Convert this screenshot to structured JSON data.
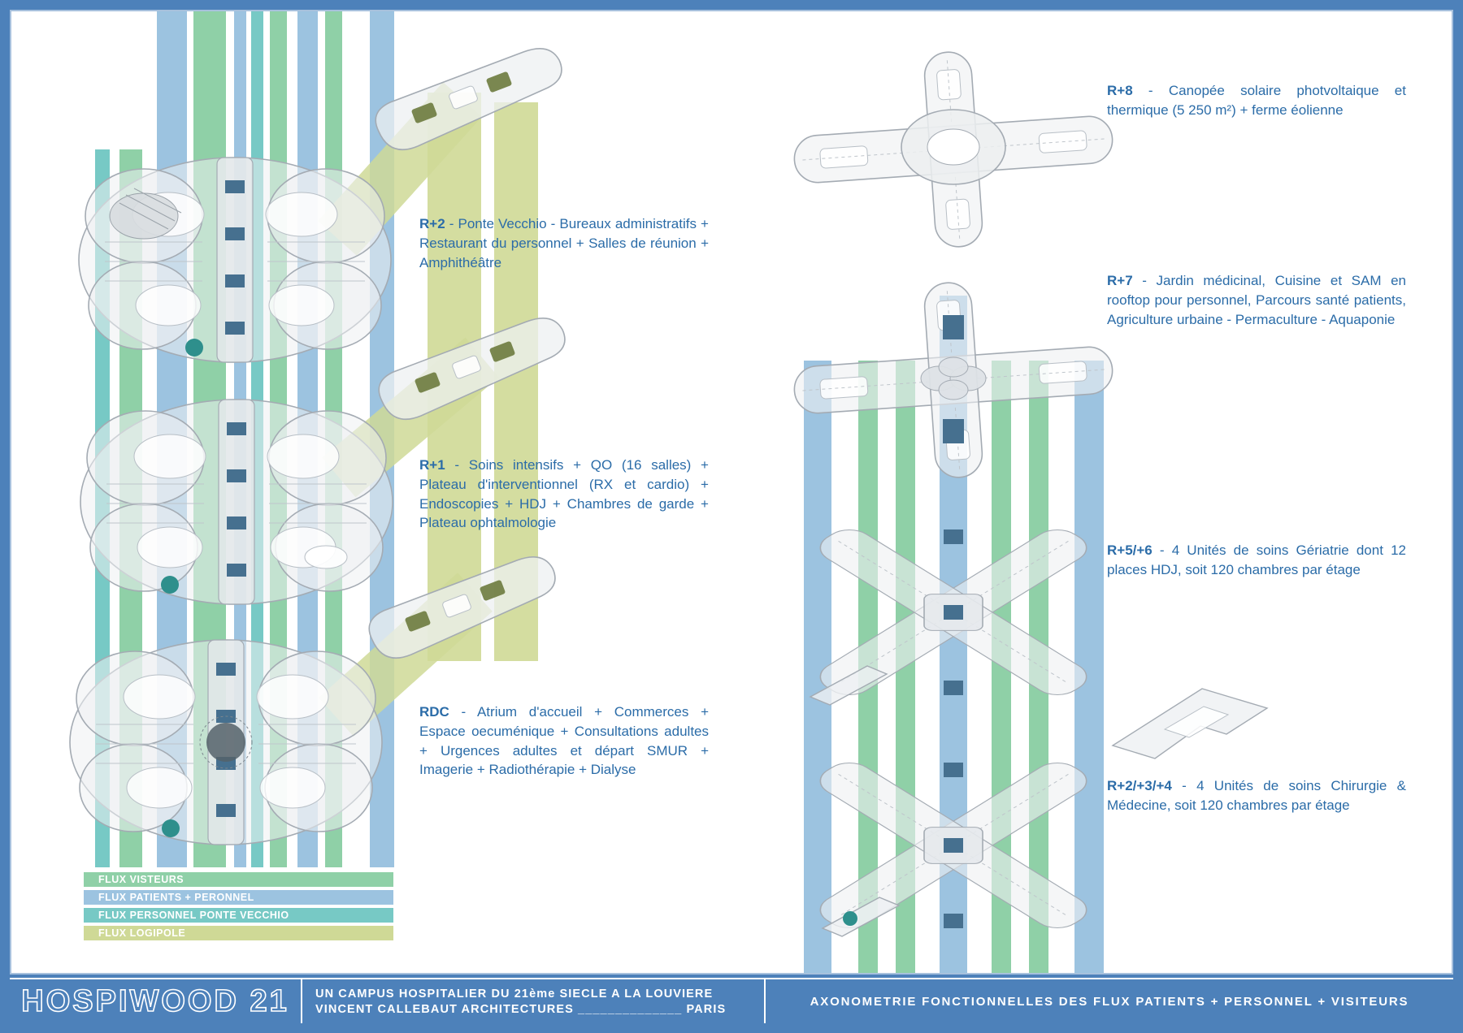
{
  "colors": {
    "frame": "#4d81ba",
    "canvas": "#ffffff",
    "text_blue": "#2b6ca8",
    "flux_visiteurs": "#8fd0a7",
    "flux_patients_personnel": "#9cc3e0",
    "flux_ponte_vecchio": "#77c9c5",
    "flux_logipole": "#cfd996",
    "core_blue": "#46708f",
    "teal_marker": "#2e8f8c"
  },
  "annotations": {
    "r8": {
      "prefix": "R+8",
      "body": " - Canopée solaire photvoltaique et thermique (5 250 m²) + ferme éolienne"
    },
    "r7": {
      "prefix": "R+7",
      "body": " - Jardin médicinal, Cuisine et SAM en rooftop pour personnel, Parcours santé patients, Agriculture urbaine - Permaculture - Aquaponie"
    },
    "r56": {
      "prefix": "R+5/+6",
      "body": " - 4 Unités de soins Gériatrie dont 12 places HDJ, soit 120 chambres par étage"
    },
    "r234": {
      "prefix": "R+2/+3/+4",
      "body": " - 4 Unités de soins Chirurgie & Médecine, soit 120 chambres par étage"
    },
    "r2": {
      "prefix": "R+2",
      "body": " - Ponte Vecchio - Bureaux administratifs + Restaurant du personnel + Salles de réunion + Amphithéâtre"
    },
    "r1": {
      "prefix": "R+1",
      "body": " - Soins intensifs + QO (16 salles) + Plateau d'interventionnel (RX et cardio) + Endoscopies + HDJ + Chambres de garde + Plateau ophtalmologie"
    },
    "rdc": {
      "prefix": "RDC",
      "body": " - Atrium d'accueil + Commerces + Espace oecuménique + Consultations adultes + Urgences adultes et départ SMUR + Imagerie + Radiothérapie + Dialyse"
    }
  },
  "legend": {
    "items": [
      {
        "label": "FLUX VISTEURS",
        "color": "#8fd0a7"
      },
      {
        "label": "FLUX PATIENTS + PERONNEL",
        "color": "#9cc3e0"
      },
      {
        "label": "FLUX PERSONNEL PONTE VECCHIO",
        "color": "#77c9c5"
      },
      {
        "label": "FLUX LOGIPOLE",
        "color": "#cfd996"
      }
    ]
  },
  "footer": {
    "logo": "HOSPIWOOD 21",
    "line1": "UN CAMPUS HOSPITALIER DU 21ème SIECLE A LA LOUVIERE",
    "line2": "VINCENT CALLEBAUT ARCHITECTURES ______________ PARIS",
    "right": "AXONOMETRIE FONCTIONNELLES DES FLUX PATIENTS + PERSONNEL + VISITEURS"
  }
}
